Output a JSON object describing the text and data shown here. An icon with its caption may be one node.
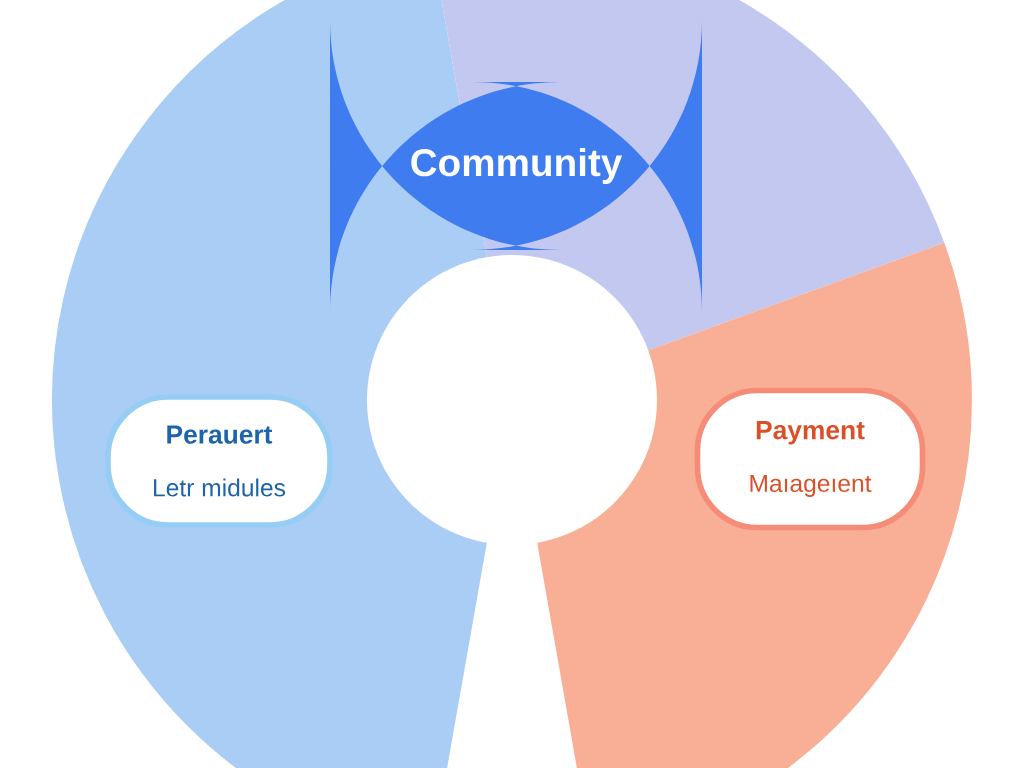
{
  "diagram": {
    "nodes": [
      {
        "text": [
          "Community"
        ]
      },
      {
        "text": [
          "Perauert",
          "Letr midules"
        ]
      },
      {
        "text": [
          "Payment",
          "Maıageıent"
        ]
      }
    ]
  }
}
